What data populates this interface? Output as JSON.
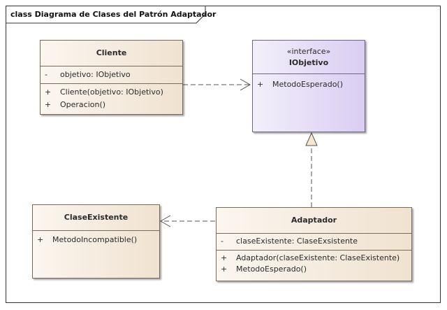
{
  "frame": {
    "title": "class Diagrama de Clases del Patrón Adaptador"
  },
  "classes": {
    "cliente": {
      "name": "Cliente",
      "attributes": [
        {
          "visibility": "-",
          "text": "objetivo: IObjetivo"
        }
      ],
      "operations": [
        {
          "visibility": "+",
          "text": "Cliente(objetivo: IObjetivo)"
        },
        {
          "visibility": "+",
          "text": "Operacion()"
        }
      ]
    },
    "iobjetivo": {
      "stereotype": "«interface»",
      "name": "IObjetivo",
      "operations": [
        {
          "visibility": "+",
          "text": "MetodoEsperado()"
        }
      ]
    },
    "clase_existente": {
      "name": "ClaseExistente",
      "operations": [
        {
          "visibility": "+",
          "text": "MetodoIncompatible()"
        }
      ]
    },
    "adaptador": {
      "name": "Adaptador",
      "attributes": [
        {
          "visibility": "-",
          "text": "claseExistente: ClaseExsistente"
        }
      ],
      "operations": [
        {
          "visibility": "+",
          "text": "Adaptador(claseExistente: ClaseExistente)"
        },
        {
          "visibility": "+",
          "text": "MetodoEsperado()"
        }
      ]
    }
  },
  "relationships": [
    {
      "from": "Cliente",
      "to": "IObjetivo",
      "kind": "dependency"
    },
    {
      "from": "Adaptador",
      "to": "IObjetivo",
      "kind": "realization"
    },
    {
      "from": "Adaptador",
      "to": "ClaseExistente",
      "kind": "dependency"
    }
  ]
}
